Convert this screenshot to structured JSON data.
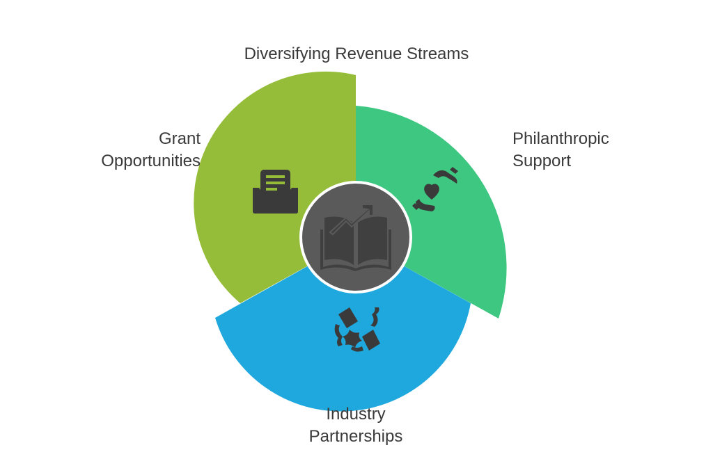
{
  "title": "Diversifying Revenue Streams",
  "center": {
    "icon": "book-growth-icon",
    "color": "#5a5a5a"
  },
  "segments": [
    {
      "id": "grant",
      "label_lines": [
        "Grant",
        "Opportunities"
      ],
      "color": "#96bd3a",
      "icon": "inbox-document-icon"
    },
    {
      "id": "philanthropic",
      "label_lines": [
        "Philanthropic",
        "Support"
      ],
      "color": "#3ec781",
      "icon": "hands-heart-icon"
    },
    {
      "id": "industry",
      "label_lines": [
        "Industry",
        "Partnerships"
      ],
      "color": "#1fa8de",
      "icon": "puzzle-handshake-icon"
    }
  ]
}
